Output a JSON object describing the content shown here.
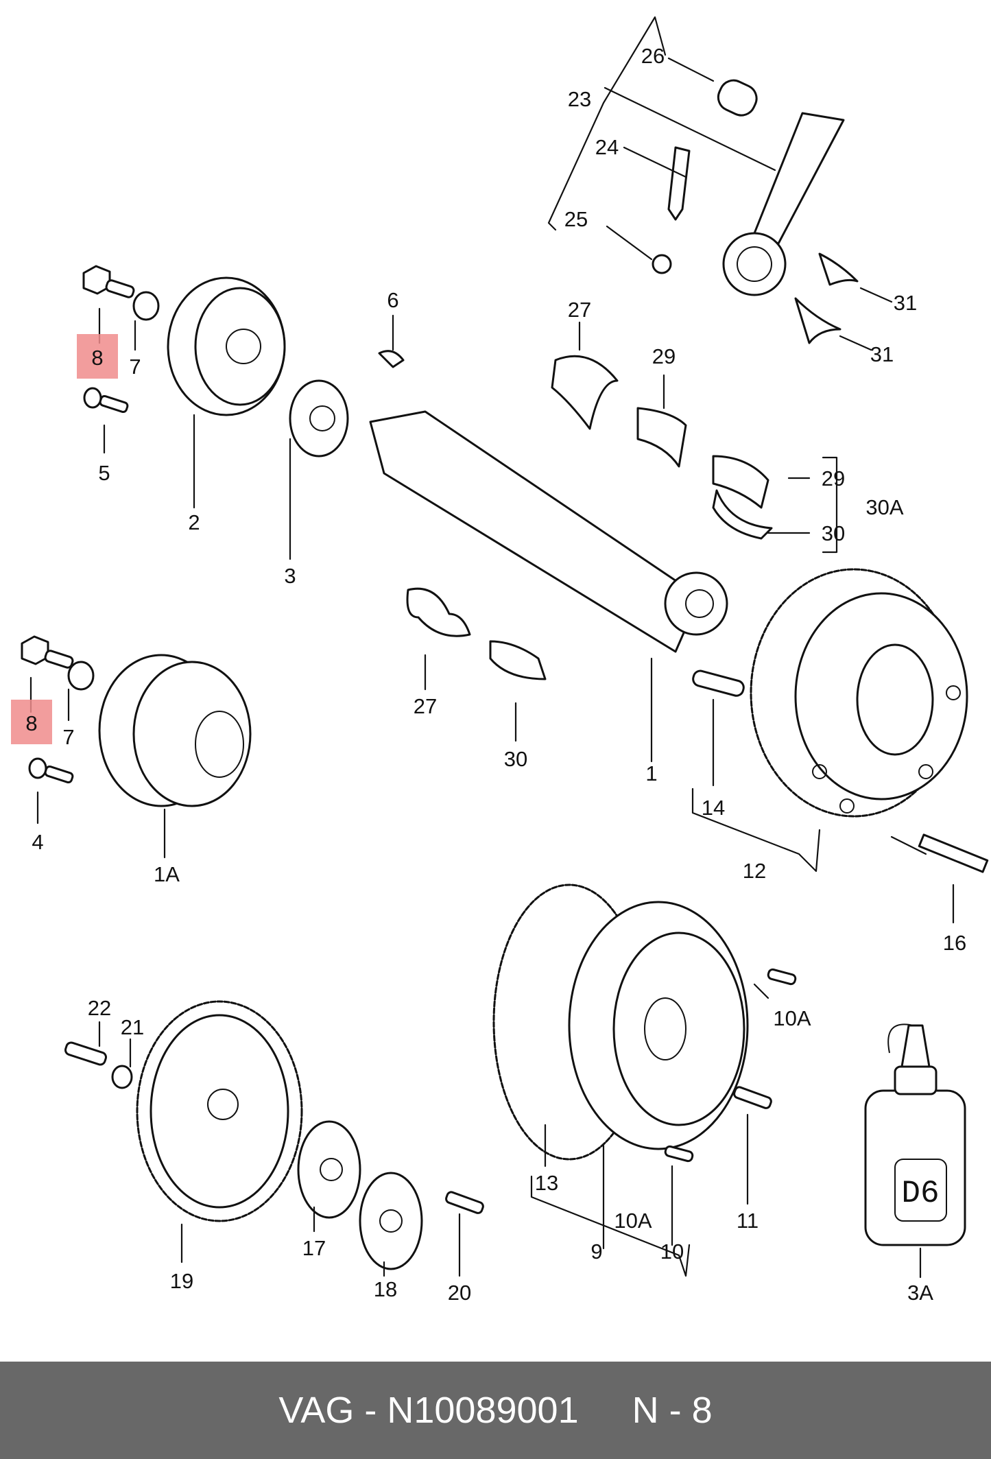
{
  "callouts": [
    "1",
    "1A",
    "2",
    "3",
    "3A",
    "4",
    "5",
    "6",
    "7",
    "7",
    "8",
    "8",
    "9",
    "10",
    "10A",
    "10A",
    "11",
    "12",
    "13",
    "14",
    "16",
    "17",
    "18",
    "19",
    "20",
    "21",
    "22",
    "23",
    "24",
    "25",
    "26",
    "27",
    "27",
    "29",
    "29",
    "30",
    "30",
    "30A",
    "31",
    "31"
  ],
  "highlighted_callout": "8",
  "bottle_label": "D6",
  "footer": {
    "brand_part": "VAG - N10089001",
    "position": "N - 8"
  },
  "colors": {
    "highlight": "#f08c8c",
    "footer_bg": "#686868",
    "footer_text": "#ffffff"
  }
}
